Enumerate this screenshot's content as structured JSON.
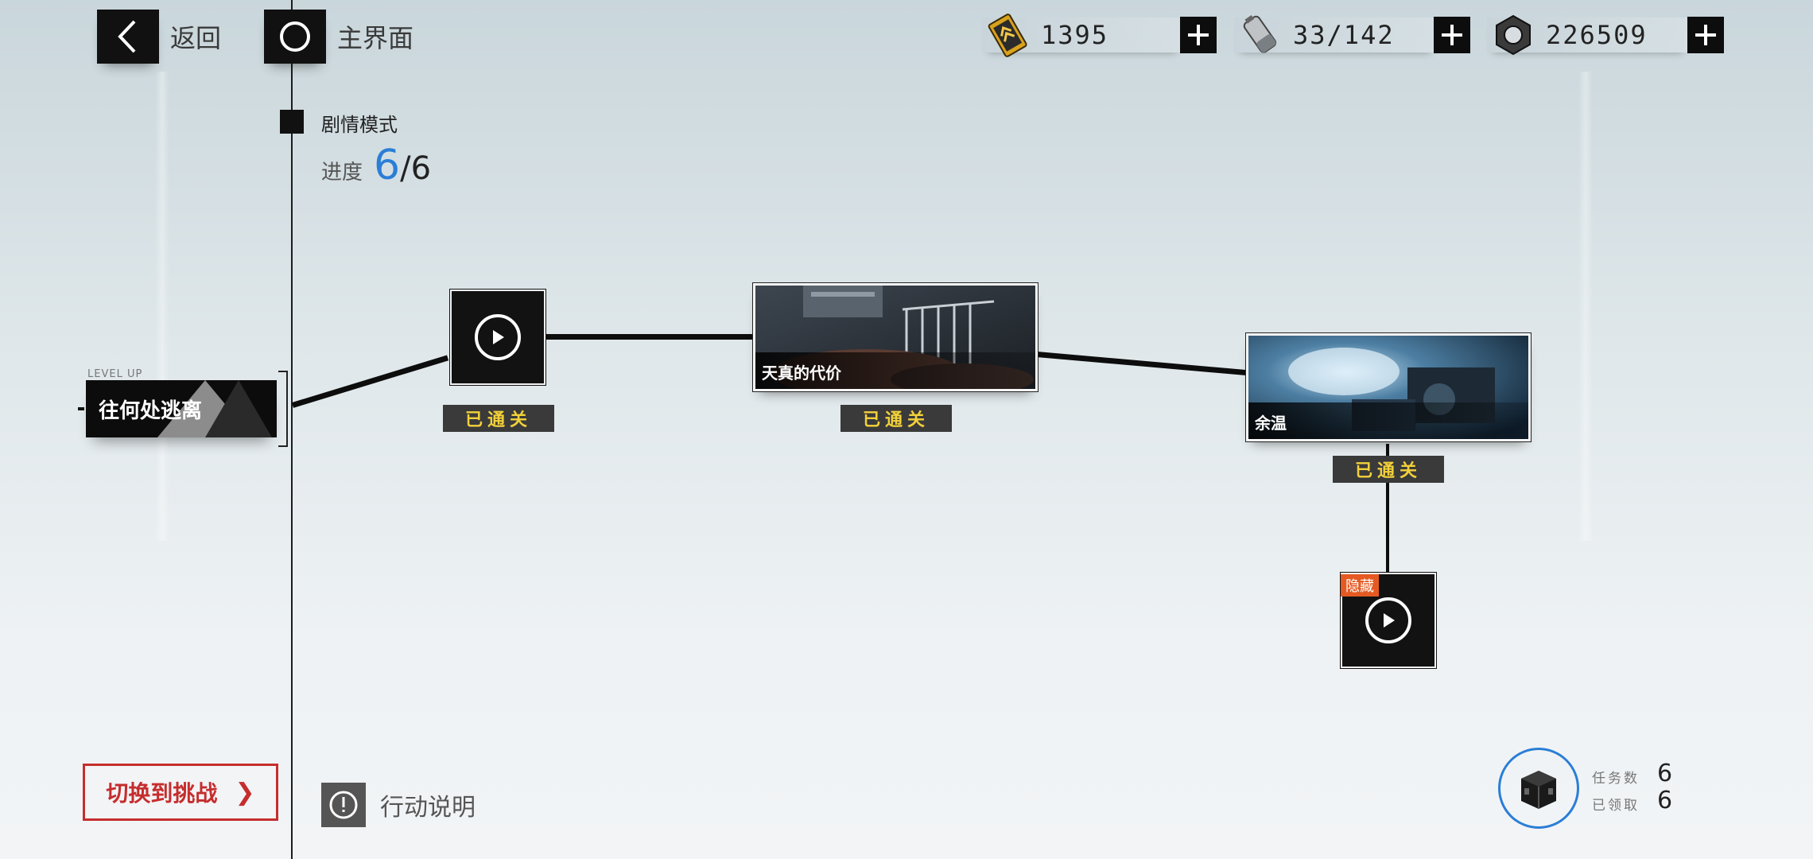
{
  "nav": {
    "back_label": "返回",
    "home_label": "主界面"
  },
  "resources": [
    {
      "icon": "card-ticket-icon",
      "value": "1395"
    },
    {
      "icon": "battery-icon",
      "value": "33/142"
    },
    {
      "icon": "nut-icon",
      "value": "226509"
    }
  ],
  "mode": {
    "label": "剧情模式",
    "progress_label": "进度",
    "progress_current": "6",
    "progress_total": "/6"
  },
  "map": {
    "start": {
      "tag": "LEVEL UP",
      "label": "往何处逃离"
    },
    "nodes": [
      {
        "type": "play",
        "status": "已通关"
      },
      {
        "type": "image",
        "title": "天真的代价",
        "status": "已通关"
      },
      {
        "type": "image",
        "title": "余温",
        "status": "已通关"
      },
      {
        "type": "play",
        "badge": "隐藏"
      }
    ]
  },
  "bottom": {
    "switch_label": "切换到挑战",
    "switch_chevron": "❯",
    "info_label": "行动说明",
    "task_count_label": "任务数",
    "task_count": "6",
    "claimed_label": "已领取",
    "claimed": "6"
  },
  "colors": {
    "accent_blue": "#2a7ed6",
    "clear_yellow": "#f2d13a",
    "switch_red": "#c62d2d",
    "hidden_orange": "#e55a22"
  }
}
